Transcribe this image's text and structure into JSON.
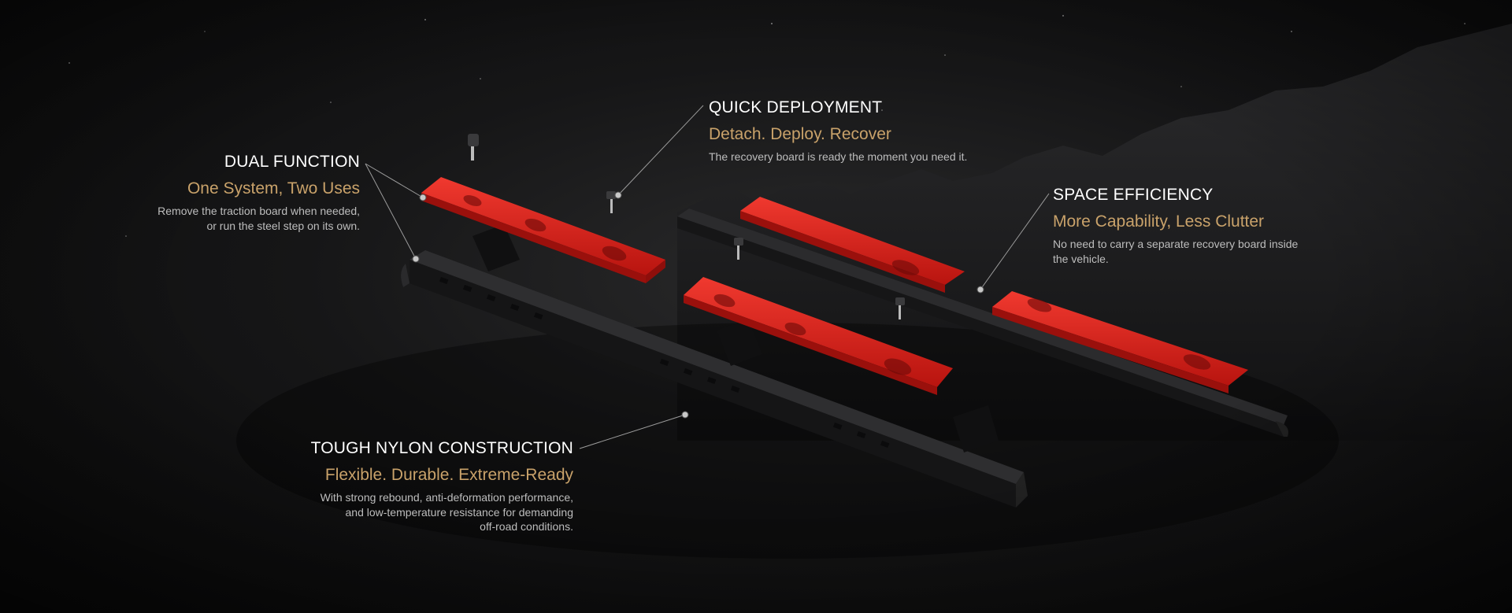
{
  "colors": {
    "accent": "#c9a26a",
    "board_red": "#e0231f",
    "step_black": "#1f1f21"
  },
  "callouts": {
    "dual_function": {
      "heading": "DUAL FUNCTION",
      "tagline": "One System, Two Uses",
      "body_line1": "Remove the traction board when needed,",
      "body_line2": "or run the steel step on its own."
    },
    "quick_deployment": {
      "heading": "QUICK DEPLOYMENT",
      "tagline": "Detach. Deploy. Recover",
      "body_line1": "The recovery board is ready the moment you need it."
    },
    "space_efficiency": {
      "heading": "SPACE EFFICIENCY",
      "tagline": "More Capability, Less Clutter",
      "body_line1": "No need to carry a separate recovery board inside",
      "body_line2": "the vehicle."
    },
    "tough_nylon": {
      "heading": "TOUGH NYLON CONSTRUCTION",
      "tagline": "Flexible. Durable. Extreme-Ready",
      "body_line1": "With strong rebound, anti-deformation performance,",
      "body_line2": "and low-temperature resistance for demanding",
      "body_line3": "off-road conditions."
    }
  }
}
